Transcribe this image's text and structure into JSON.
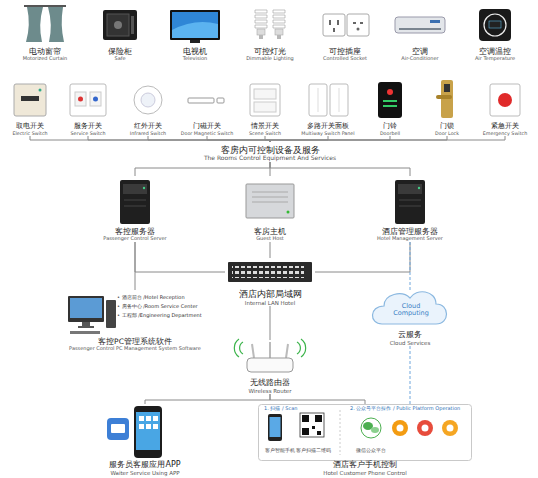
{
  "diagram": {
    "nodes": [
      {
        "text": [
          "电动窗帘",
          "Motorized Curtain"
        ]
      },
      {
        "text": [
          "保险柜",
          "Safe"
        ]
      },
      {
        "text": [
          "电视机",
          "Television"
        ]
      },
      {
        "text": [
          "可控灯光",
          "Dimmable Lighting"
        ]
      },
      {
        "text": [
          "可控插座",
          "Controlled Socket"
        ]
      },
      {
        "text": [
          "空调",
          "Air-Conditioner"
        ]
      },
      {
        "text": [
          "空调温控",
          "Air Temperature"
        ]
      },
      {
        "text": [
          "取电开关",
          "Electric Switch"
        ]
      },
      {
        "text": [
          "服务开关",
          "Service Switch"
        ]
      },
      {
        "text": [
          "红外开关",
          "Infrared Switch"
        ]
      },
      {
        "text": [
          "门磁开关",
          "Door Magnetic Switch"
        ]
      },
      {
        "text": [
          "情景开关",
          "Scene Switch"
        ]
      },
      {
        "text": [
          "多路开关面板",
          "Multiway Switch Panel"
        ]
      },
      {
        "text": [
          "门铃",
          "Doorbell"
        ]
      },
      {
        "text": [
          "门锁",
          "Door Lock"
        ]
      },
      {
        "text": [
          "紧急开关",
          "Emergency Switch"
        ]
      },
      {
        "text": [
          "客房内可控制设备及服务",
          "The Rooms Control Equipment And Services"
        ]
      },
      {
        "text": [
          "客控服务器",
          "Passenger Control Server"
        ]
      },
      {
        "text": [
          "客房主机",
          "Guest Host"
        ]
      },
      {
        "text": [
          "酒店管理服务器",
          "Hotel Management Server"
        ]
      },
      {
        "text": [
          "酒店内部局域网",
          "Internal LAN Hotel"
        ]
      },
      {
        "text": [
          "• 酒店前台 /Hotel Reception",
          "• 房务中心 /Room Service Center",
          "• 工程部 /Engineering Department",
          "客控PC管理系统软件",
          "Passenger Control PC Management System Software"
        ]
      },
      {
        "text": [
          "Cloud Computing",
          "云服务",
          "Cloud Services"
        ]
      },
      {
        "text": [
          "无线路由器",
          "Wireless Router"
        ]
      },
      {
        "text": [
          "服务员客服应用APP",
          "Waiter Service Using APP"
        ]
      },
      {
        "text": [
          "1. 扫描 / Scan",
          "2. 公众号平台操作 / Public Platform Operation",
          "客户智能手机",
          "客户扫描二维码",
          "微信公众平台",
          "酒店客户手机控制",
          "Hotel Customer Phone Control"
        ]
      }
    ],
    "edges": [
      {
        "from": 7,
        "to": 16,
        "arrow": "none"
      },
      {
        "from": 8,
        "to": 16,
        "arrow": "none"
      },
      {
        "from": 9,
        "to": 16,
        "arrow": "none"
      },
      {
        "from": 10,
        "to": 16,
        "arrow": "none"
      },
      {
        "from": 11,
        "to": 16,
        "arrow": "none"
      },
      {
        "from": 12,
        "to": 16,
        "arrow": "none"
      },
      {
        "from": 13,
        "to": 16,
        "arrow": "none"
      },
      {
        "from": 14,
        "to": 16,
        "arrow": "none"
      },
      {
        "from": 15,
        "to": 16,
        "arrow": "none"
      },
      {
        "from": 16,
        "to": 17,
        "arrow": "none"
      },
      {
        "from": 16,
        "to": 18,
        "arrow": "none"
      },
      {
        "from": 16,
        "to": 19,
        "arrow": "none"
      },
      {
        "from": 17,
        "to": 20,
        "arrow": "none"
      },
      {
        "from": 17,
        "to": 21,
        "arrow": "none"
      },
      {
        "from": 18,
        "to": 20,
        "arrow": "none"
      },
      {
        "from": 19,
        "to": 20,
        "arrow": "none"
      },
      {
        "from": 19,
        "to": 22,
        "arrow": "none"
      },
      {
        "from": 20,
        "to": 23,
        "arrow": "none"
      },
      {
        "from": 23,
        "to": 24,
        "arrow": "none"
      },
      {
        "from": 23,
        "to": 25,
        "arrow": "none"
      },
      {
        "from": 22,
        "to": 25,
        "arrow": "none"
      }
    ]
  }
}
